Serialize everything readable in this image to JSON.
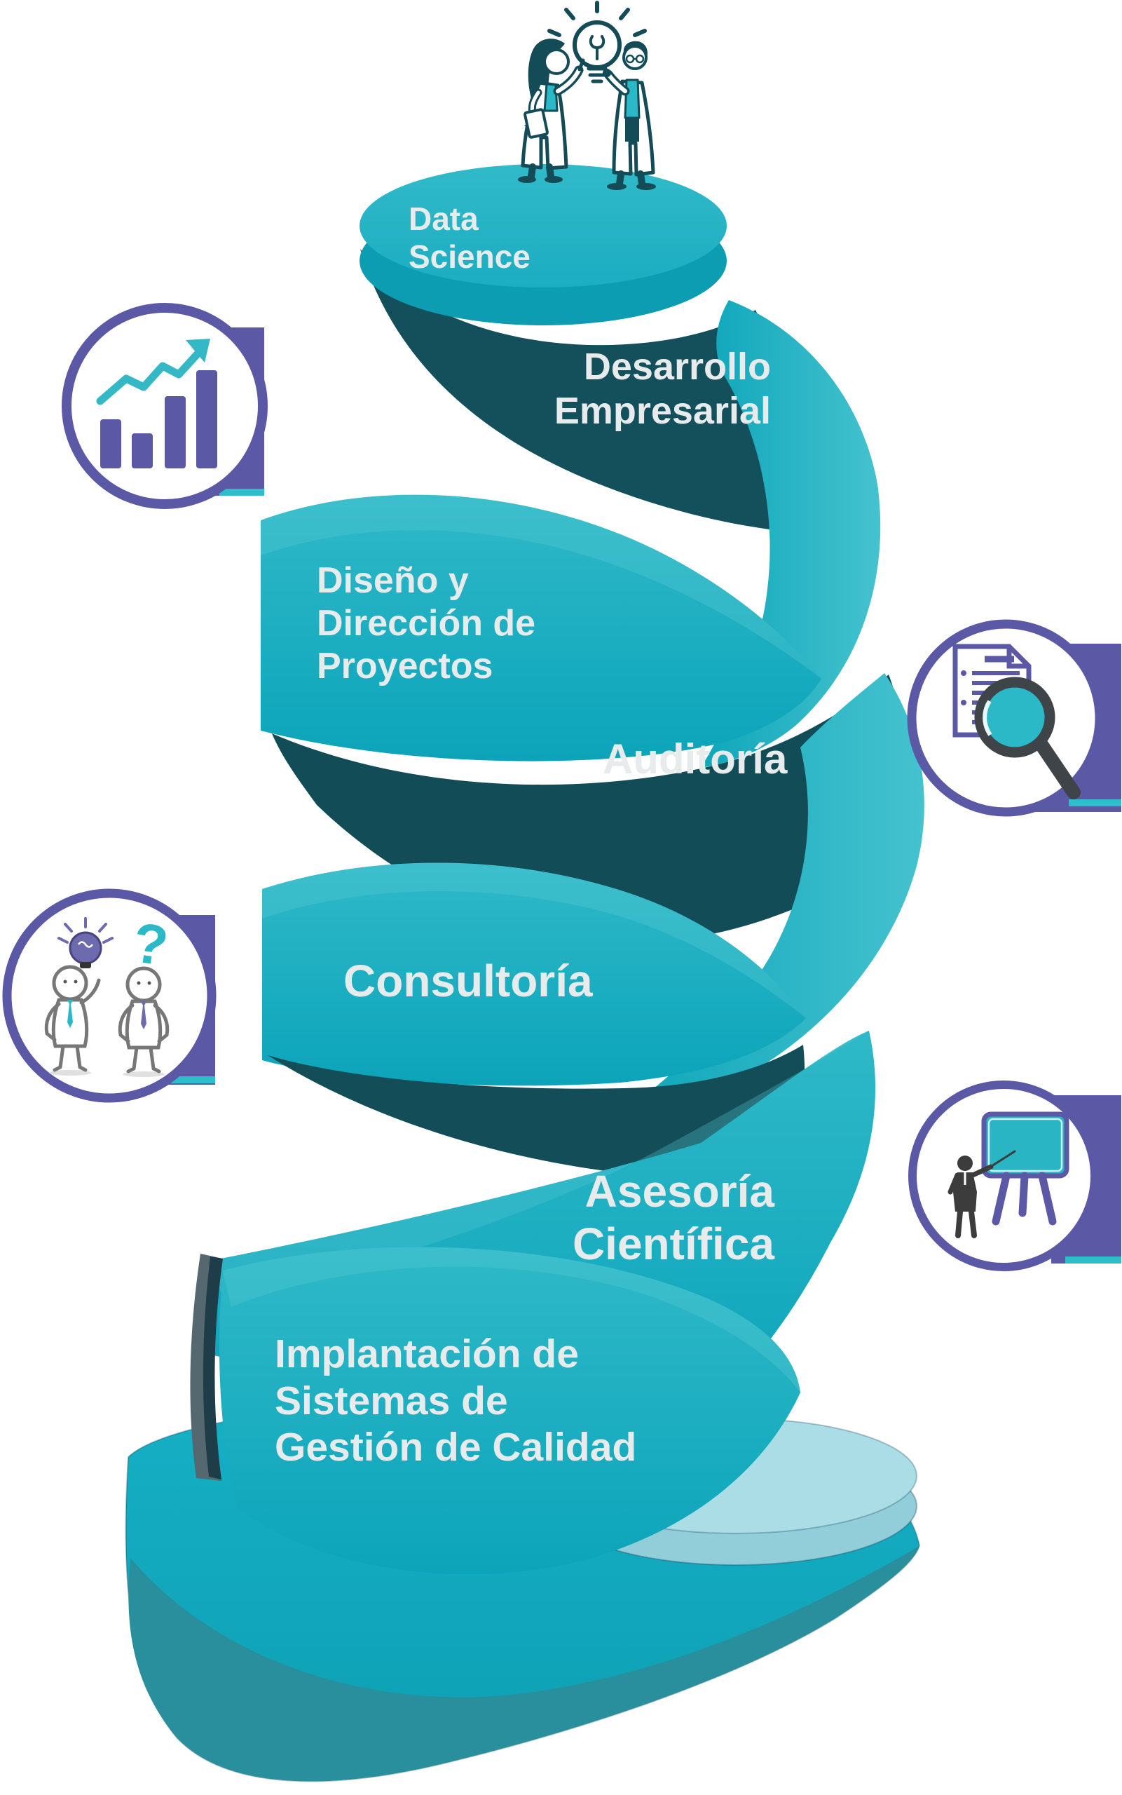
{
  "diagram": {
    "type": "spiral-staircase-services",
    "top_illustration": "two scientists talking under a lightbulb",
    "steps": [
      {
        "id": "data-science",
        "label": "Data\nScience"
      },
      {
        "id": "desarrollo-empresarial",
        "label": "Desarrollo\nEmpresarial"
      },
      {
        "id": "diseno-direccion",
        "label": "Diseño y\nDirección de\nProyectos"
      },
      {
        "id": "auditoria",
        "label": "Auditoría"
      },
      {
        "id": "consultoria",
        "label": "Consultoría"
      },
      {
        "id": "asesoria-cientifica",
        "label": "Asesoría\nCientífica"
      },
      {
        "id": "implantacion-sgc",
        "label": "Implantación de\nSistemas de\nGestión de Calidad"
      }
    ],
    "icons": [
      {
        "name": "bar-chart-growth-icon",
        "description": "bar chart with rising teal arrow"
      },
      {
        "name": "document-audit-icon",
        "description": "document inspected with magnifying glass"
      },
      {
        "name": "consulting-idea-icon",
        "description": "two figures with idea bulb and question mark",
        "glyph": "?"
      },
      {
        "name": "training-board-icon",
        "description": "person pointing at presentation board"
      }
    ],
    "colors": {
      "teal_bright": "#14abc0",
      "teal_light": "#35bcca",
      "teal_dark": "#13505c",
      "teal_muted": "#2a8f9c",
      "pale_disc": "#aadde5",
      "purple": "#5b59a5",
      "accent_teal": "#2bbecb",
      "slate": "#55686f",
      "label_text": "#e8ebeb",
      "outline_dark": "#134b57"
    }
  }
}
